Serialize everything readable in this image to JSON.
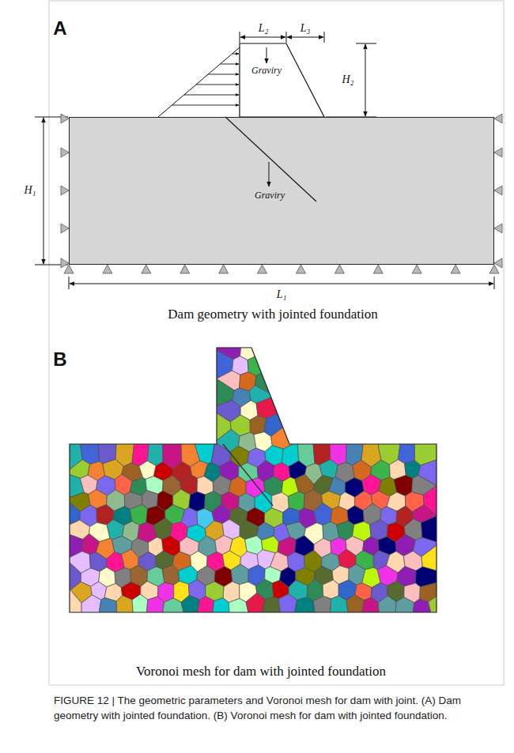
{
  "diagram": {
    "caption": "FIGURE 12 | The geometric parameters and Voronoi mesh for dam with joint. (A) Dam geometry with jointed foundation. (B) Voronoi mesh for dam with jointed foundation.",
    "nodes": [
      {
        "text": [
          "Graviry"
        ]
      },
      {
        "text": [
          "Graviry"
        ]
      }
    ],
    "labels": [
      "A",
      "L₂",
      "L₃",
      "H₂",
      "H₁",
      "L₁",
      "Dam geometry with jointed foundation",
      "B",
      "Voronoi mesh for dam with jointed foundation"
    ]
  }
}
